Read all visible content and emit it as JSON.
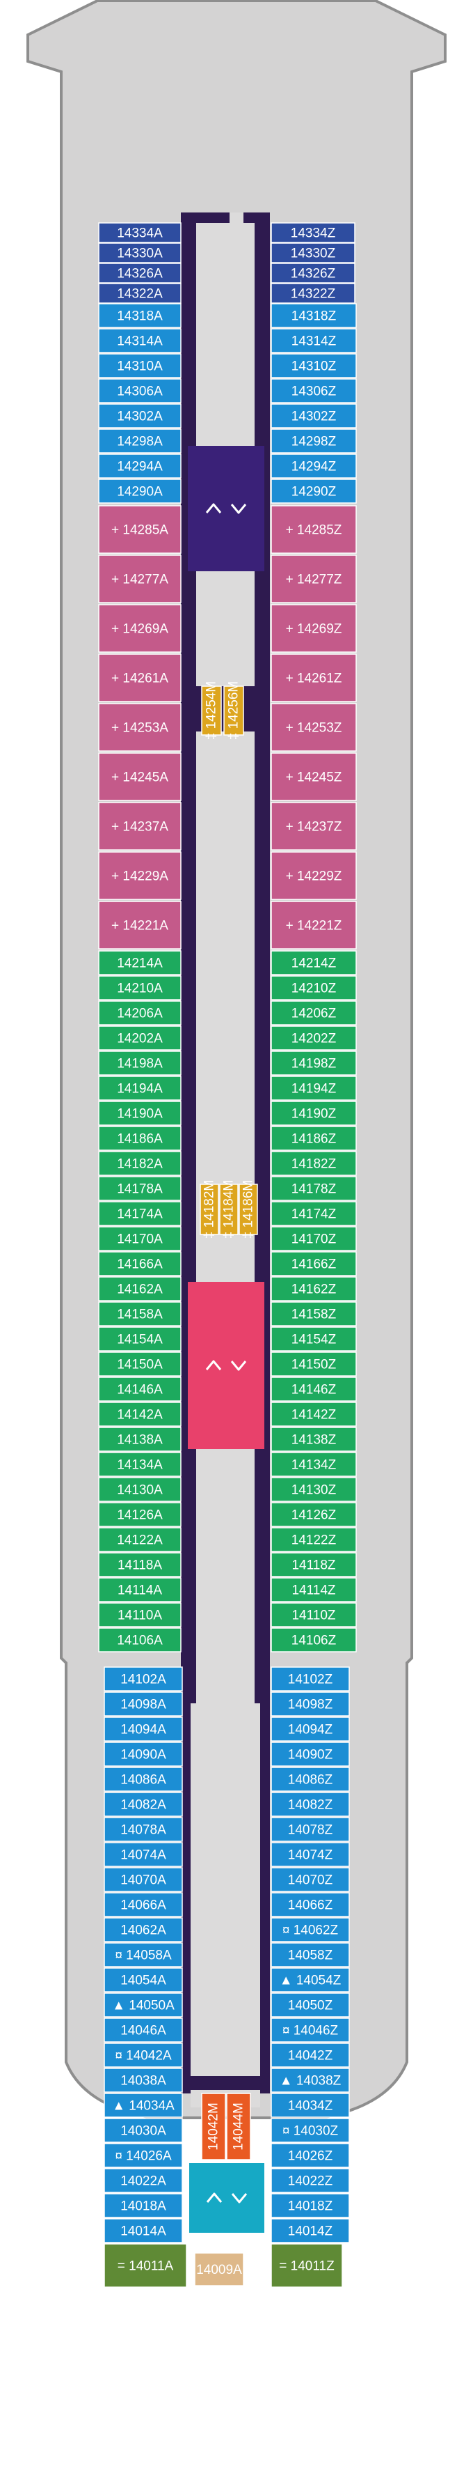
{
  "colors": {
    "navy": "#2E4DA0",
    "blue": "#1C8ED4",
    "pink": "#C45A8A",
    "green": "#1DAA5E",
    "purple": "#3A2178",
    "red": "#E8416B",
    "teal": "#16A9C5",
    "orange": "#E95A22",
    "gold": "#DDA51E",
    "olive": "#5F8A35",
    "tan": "#DEB889",
    "hull": "#D4D3D3",
    "hull_stroke": "#8E8E8E",
    "corridor": "#DCDBDB",
    "wall": "#2E1A4F"
  },
  "icons": {
    "accessible": "accessible-icon",
    "connecting": "connecting-icon",
    "sofa_bed": "sofa-bed-icon",
    "pullman": "pullman-bed-icon",
    "elevator": "elevator-icon"
  },
  "cabins_a": [
    {
      "id": "14334A",
      "c": "navy"
    },
    {
      "id": "14330A",
      "c": "navy"
    },
    {
      "id": "14326A",
      "c": "navy"
    },
    {
      "id": "14322A",
      "c": "navy"
    },
    {
      "id": "14318A",
      "c": "blue"
    },
    {
      "id": "14314A",
      "c": "blue"
    },
    {
      "id": "14310A",
      "c": "blue"
    },
    {
      "id": "14306A",
      "c": "blue"
    },
    {
      "id": "14302A",
      "c": "blue"
    },
    {
      "id": "14298A",
      "c": "blue"
    },
    {
      "id": "14294A",
      "c": "blue"
    },
    {
      "id": "14290A",
      "c": "blue"
    },
    {
      "id": "14285A",
      "c": "pink",
      "s": "+"
    },
    {
      "id": "14277A",
      "c": "pink",
      "s": "+"
    },
    {
      "id": "14269A",
      "c": "pink",
      "s": "+"
    },
    {
      "id": "14261A",
      "c": "pink",
      "s": "+"
    },
    {
      "id": "14253A",
      "c": "pink",
      "s": "+"
    },
    {
      "id": "14245A",
      "c": "pink",
      "s": "+"
    },
    {
      "id": "14237A",
      "c": "pink",
      "s": "+"
    },
    {
      "id": "14229A",
      "c": "pink",
      "s": "+"
    },
    {
      "id": "14221A",
      "c": "pink",
      "s": "+"
    },
    {
      "id": "14214A",
      "c": "green"
    },
    {
      "id": "14210A",
      "c": "green"
    },
    {
      "id": "14206A",
      "c": "green"
    },
    {
      "id": "14202A",
      "c": "green"
    },
    {
      "id": "14198A",
      "c": "green"
    },
    {
      "id": "14194A",
      "c": "green"
    },
    {
      "id": "14190A",
      "c": "green"
    },
    {
      "id": "14186A",
      "c": "green"
    },
    {
      "id": "14182A",
      "c": "green"
    },
    {
      "id": "14178A",
      "c": "green"
    },
    {
      "id": "14174A",
      "c": "green"
    },
    {
      "id": "14170A",
      "c": "green"
    },
    {
      "id": "14166A",
      "c": "green"
    },
    {
      "id": "14162A",
      "c": "green"
    },
    {
      "id": "14158A",
      "c": "green"
    },
    {
      "id": "14154A",
      "c": "green"
    },
    {
      "id": "14150A",
      "c": "green"
    },
    {
      "id": "14146A",
      "c": "green"
    },
    {
      "id": "14142A",
      "c": "green"
    },
    {
      "id": "14138A",
      "c": "green"
    },
    {
      "id": "14134A",
      "c": "green"
    },
    {
      "id": "14130A",
      "c": "green"
    },
    {
      "id": "14126A",
      "c": "green"
    },
    {
      "id": "14122A",
      "c": "green"
    },
    {
      "id": "14118A",
      "c": "green"
    },
    {
      "id": "14114A",
      "c": "green"
    },
    {
      "id": "14110A",
      "c": "green"
    },
    {
      "id": "14106A",
      "c": "green"
    },
    {
      "id": "14102A",
      "c": "blue"
    },
    {
      "id": "14098A",
      "c": "blue"
    },
    {
      "id": "14094A",
      "c": "blue"
    },
    {
      "id": "14090A",
      "c": "blue"
    },
    {
      "id": "14086A",
      "c": "blue"
    },
    {
      "id": "14082A",
      "c": "blue"
    },
    {
      "id": "14078A",
      "c": "blue"
    },
    {
      "id": "14074A",
      "c": "blue"
    },
    {
      "id": "14070A",
      "c": "blue"
    },
    {
      "id": "14066A",
      "c": "blue"
    },
    {
      "id": "14062A",
      "c": "blue"
    },
    {
      "id": "14058A",
      "c": "blue",
      "s": "¤"
    },
    {
      "id": "14054A",
      "c": "blue"
    },
    {
      "id": "14050A",
      "c": "blue",
      "s": "▲"
    },
    {
      "id": "14046A",
      "c": "blue"
    },
    {
      "id": "14042A",
      "c": "blue",
      "s": "¤"
    },
    {
      "id": "14038A",
      "c": "blue"
    },
    {
      "id": "14034A",
      "c": "blue",
      "s": "▲"
    },
    {
      "id": "14030A",
      "c": "blue"
    },
    {
      "id": "14026A",
      "c": "blue",
      "s": "¤"
    },
    {
      "id": "14022A",
      "c": "blue"
    },
    {
      "id": "14018A",
      "c": "blue"
    },
    {
      "id": "14014A",
      "c": "blue"
    },
    {
      "id": "14011A",
      "c": "olive",
      "s": "="
    }
  ],
  "cabins_z": [
    {
      "id": "14334Z",
      "c": "navy"
    },
    {
      "id": "14330Z",
      "c": "navy"
    },
    {
      "id": "14326Z",
      "c": "navy"
    },
    {
      "id": "14322Z",
      "c": "navy"
    },
    {
      "id": "14318Z",
      "c": "blue"
    },
    {
      "id": "14314Z",
      "c": "blue"
    },
    {
      "id": "14310Z",
      "c": "blue"
    },
    {
      "id": "14306Z",
      "c": "blue"
    },
    {
      "id": "14302Z",
      "c": "blue"
    },
    {
      "id": "14298Z",
      "c": "blue"
    },
    {
      "id": "14294Z",
      "c": "blue"
    },
    {
      "id": "14290Z",
      "c": "blue"
    },
    {
      "id": "14285Z",
      "c": "pink",
      "s": "+"
    },
    {
      "id": "14277Z",
      "c": "pink",
      "s": "+"
    },
    {
      "id": "14269Z",
      "c": "pink",
      "s": "+"
    },
    {
      "id": "14261Z",
      "c": "pink",
      "s": "+"
    },
    {
      "id": "14253Z",
      "c": "pink",
      "s": "+"
    },
    {
      "id": "14245Z",
      "c": "pink",
      "s": "+"
    },
    {
      "id": "14237Z",
      "c": "pink",
      "s": "+"
    },
    {
      "id": "14229Z",
      "c": "pink",
      "s": "+"
    },
    {
      "id": "14221Z",
      "c": "pink",
      "s": "+"
    },
    {
      "id": "14214Z",
      "c": "green"
    },
    {
      "id": "14210Z",
      "c": "green"
    },
    {
      "id": "14206Z",
      "c": "green"
    },
    {
      "id": "14202Z",
      "c": "green"
    },
    {
      "id": "14198Z",
      "c": "green"
    },
    {
      "id": "14194Z",
      "c": "green"
    },
    {
      "id": "14190Z",
      "c": "green"
    },
    {
      "id": "14186Z",
      "c": "green"
    },
    {
      "id": "14182Z",
      "c": "green"
    },
    {
      "id": "14178Z",
      "c": "green"
    },
    {
      "id": "14174Z",
      "c": "green"
    },
    {
      "id": "14170Z",
      "c": "green"
    },
    {
      "id": "14166Z",
      "c": "green"
    },
    {
      "id": "14162Z",
      "c": "green"
    },
    {
      "id": "14158Z",
      "c": "green"
    },
    {
      "id": "14154Z",
      "c": "green"
    },
    {
      "id": "14150Z",
      "c": "green"
    },
    {
      "id": "14146Z",
      "c": "green"
    },
    {
      "id": "14142Z",
      "c": "green"
    },
    {
      "id": "14138Z",
      "c": "green"
    },
    {
      "id": "14134Z",
      "c": "green"
    },
    {
      "id": "14130Z",
      "c": "green"
    },
    {
      "id": "14126Z",
      "c": "green"
    },
    {
      "id": "14122Z",
      "c": "green"
    },
    {
      "id": "14118Z",
      "c": "green"
    },
    {
      "id": "14114Z",
      "c": "green"
    },
    {
      "id": "14110Z",
      "c": "green"
    },
    {
      "id": "14106Z",
      "c": "green"
    },
    {
      "id": "14102Z",
      "c": "blue"
    },
    {
      "id": "14098Z",
      "c": "blue"
    },
    {
      "id": "14094Z",
      "c": "blue"
    },
    {
      "id": "14090Z",
      "c": "blue"
    },
    {
      "id": "14086Z",
      "c": "blue"
    },
    {
      "id": "14082Z",
      "c": "blue"
    },
    {
      "id": "14078Z",
      "c": "blue"
    },
    {
      "id": "14074Z",
      "c": "blue"
    },
    {
      "id": "14070Z",
      "c": "blue"
    },
    {
      "id": "14066Z",
      "c": "blue"
    },
    {
      "id": "14062Z",
      "c": "blue",
      "s": "¤"
    },
    {
      "id": "14058Z",
      "c": "blue"
    },
    {
      "id": "14054Z",
      "c": "blue",
      "s": "▲"
    },
    {
      "id": "14050Z",
      "c": "blue"
    },
    {
      "id": "14046Z",
      "c": "blue",
      "s": "¤"
    },
    {
      "id": "14042Z",
      "c": "blue"
    },
    {
      "id": "14038Z",
      "c": "blue",
      "s": "▲"
    },
    {
      "id": "14034Z",
      "c": "blue"
    },
    {
      "id": "14030Z",
      "c": "blue",
      "s": "¤"
    },
    {
      "id": "14026Z",
      "c": "blue"
    },
    {
      "id": "14022Z",
      "c": "blue"
    },
    {
      "id": "14018Z",
      "c": "blue"
    },
    {
      "id": "14014Z",
      "c": "blue"
    },
    {
      "id": "14011Z",
      "c": "olive",
      "s": "="
    }
  ],
  "center_cabins": [
    {
      "id": "14254M",
      "c": "gold",
      "s": "‡"
    },
    {
      "id": "14256M",
      "c": "gold",
      "s": "‡"
    },
    {
      "id": "14182M",
      "c": "gold",
      "s": "‡"
    },
    {
      "id": "14184M",
      "c": "gold",
      "s": "‡"
    },
    {
      "id": "14186M",
      "c": "gold",
      "s": "‡"
    },
    {
      "id": "14042M",
      "c": "orange"
    },
    {
      "id": "14044M",
      "c": "orange"
    },
    {
      "id": "14009A",
      "c": "tan"
    }
  ],
  "elevators": [
    {
      "name": "elevator-forward",
      "c": "purple"
    },
    {
      "name": "elevator-midship",
      "c": "red"
    },
    {
      "name": "elevator-aft",
      "c": "teal"
    }
  ]
}
